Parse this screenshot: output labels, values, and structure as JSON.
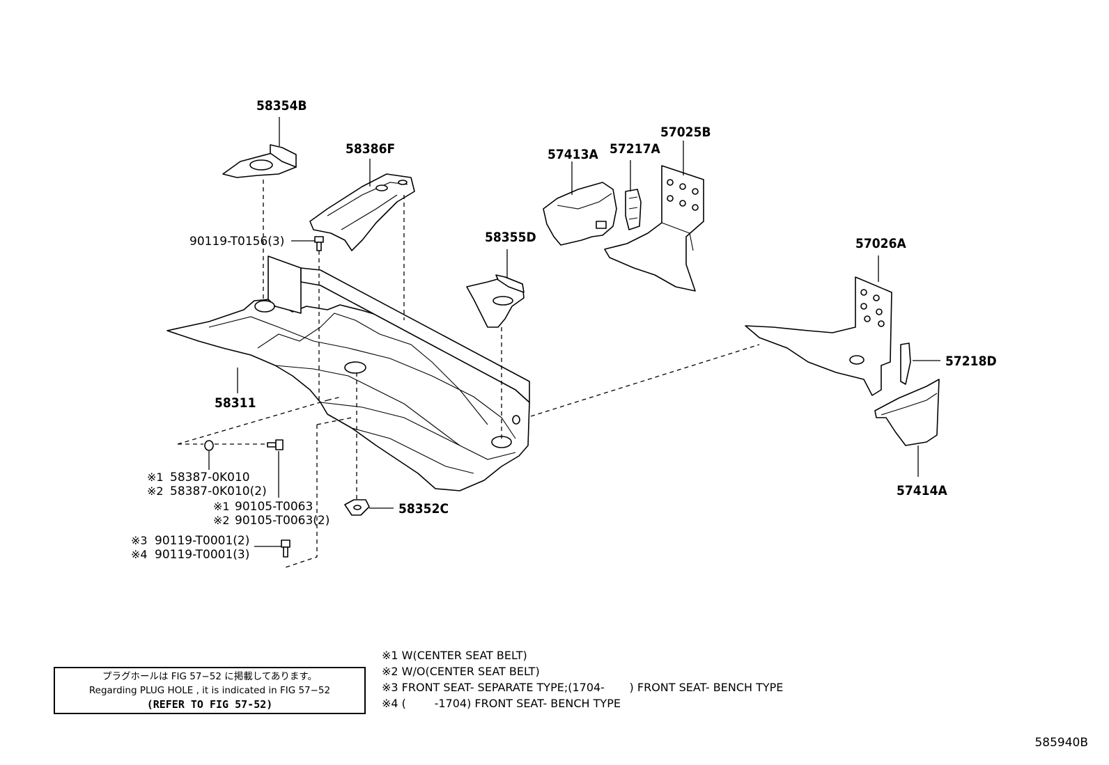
{
  "diagram": {
    "parts": {
      "p58354B": "58354B",
      "p58386F": "58386F",
      "p57413A": "57413A",
      "p57217A": "57217A",
      "p57025B": "57025B",
      "p90119_T0156": "90119-T0156(3)",
      "p58355D": "58355D",
      "p57026A": "57026A",
      "p57218D": "57218D",
      "p58311": "58311",
      "p57414A": "57414A",
      "p58352C": "58352C",
      "p58387_1": "58387-0K010",
      "p58387_2": "58387-0K010(2)",
      "p90105_1": "90105-T0063",
      "p90105_2": "90105-T0063(2)",
      "p90119_3": "90119-T0001(2)",
      "p90119_4": "90119-T0001(3)"
    },
    "marks": {
      "m1": "※1",
      "m2": "※2",
      "m3": "※3",
      "m4": "※4"
    }
  },
  "notes": [
    "※1 W(CENTER SEAT BELT)",
    "※2 W/O(CENTER SEAT BELT)",
    "※3 FRONT SEAT- SEPARATE TYPE;(1704-       ) FRONT SEAT- BENCH TYPE",
    "※4 (        -1704) FRONT SEAT- BENCH TYPE"
  ],
  "plug_hole": {
    "line1": "プラグホールは FIG  57−52 に掲載してあります。",
    "line2": "Regarding  PLUG  HOLE , it is indicated in  FIG  57−52",
    "line3": "(REFER TO FIG 57-52)"
  },
  "figure_id": "585940B"
}
